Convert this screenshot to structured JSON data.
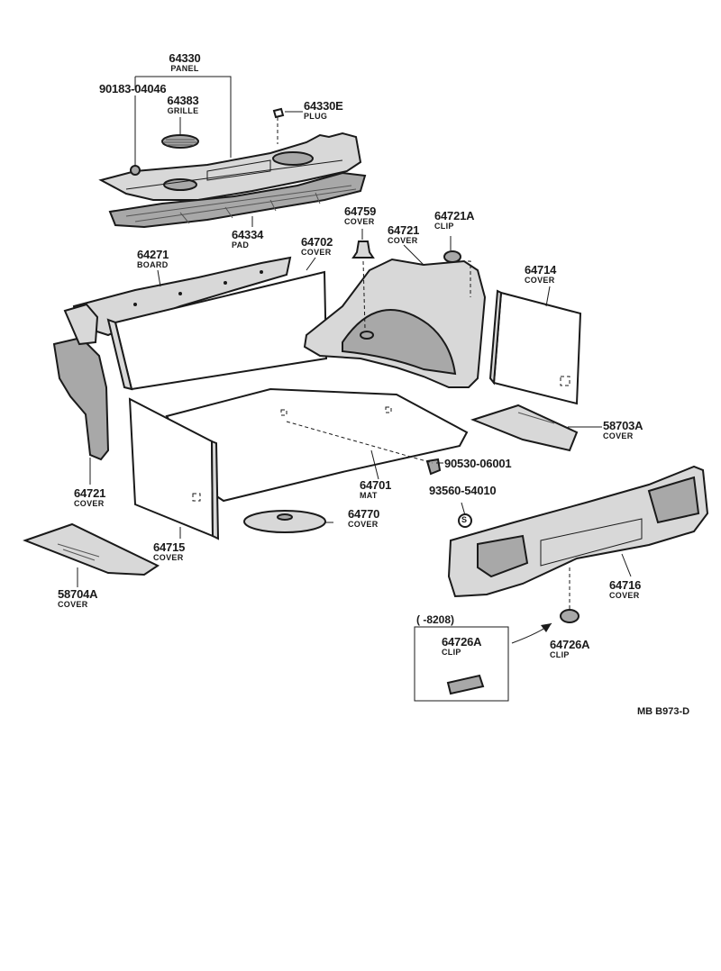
{
  "parts": [
    {
      "number": "64330",
      "name": "PANEL"
    },
    {
      "number": "90183-04046",
      "name": ""
    },
    {
      "number": "64383",
      "name": "GRILLE"
    },
    {
      "number": "64330E",
      "name": "PLUG"
    },
    {
      "number": "64334",
      "name": "PAD"
    },
    {
      "number": "64759",
      "name": "COVER"
    },
    {
      "number": "64721",
      "name": "COVER"
    },
    {
      "number": "64721A",
      "name": "CLIP"
    },
    {
      "number": "64271",
      "name": "BOARD"
    },
    {
      "number": "64702",
      "name": "COVER"
    },
    {
      "number": "64714",
      "name": "COVER"
    },
    {
      "number": "58703A",
      "name": "COVER"
    },
    {
      "number": "90530-06001",
      "name": ""
    },
    {
      "number": "64701",
      "name": "MAT"
    },
    {
      "number": "93560-54010",
      "name": ""
    },
    {
      "number": "64721",
      "name": "COVER"
    },
    {
      "number": "64770",
      "name": "COVER"
    },
    {
      "number": "64715",
      "name": "COVER"
    },
    {
      "number": "58704A",
      "name": "COVER"
    },
    {
      "number": "64716",
      "name": "COVER"
    },
    {
      "number": "64726A",
      "name": "CLIP"
    },
    {
      "number": "64726A",
      "name": "CLIP"
    }
  ],
  "inset": {
    "range": "(      -8208)",
    "s_mark": "S"
  },
  "drawing_code": "MB  B973-D"
}
